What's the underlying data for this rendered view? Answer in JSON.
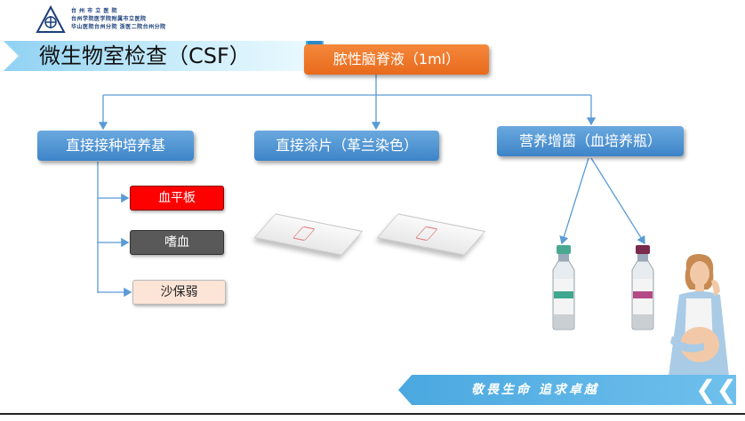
{
  "header": {
    "logo_lines": [
      "台 州 市 立 医 院",
      "台州学院医学院附属市立医院",
      "华山医院台州分院 浙医二院台州分院"
    ]
  },
  "title": "微生物室检查（CSF）",
  "root_node": "脓性脑脊液（1ml）",
  "categories": [
    {
      "label": "直接接种培养基"
    },
    {
      "label": "直接涂片（革兰染色）"
    },
    {
      "label": "营养增菌（血培养瓶）"
    }
  ],
  "media": [
    {
      "label": "血平板",
      "color": "#ff0000"
    },
    {
      "label": "嗜血",
      "color": "#595959"
    },
    {
      "label": "沙保弱",
      "color": "#fce4d6"
    }
  ],
  "footer": {
    "slogan": "敬畏生命 追求卓越",
    "chevron": "❮❮"
  },
  "colors": {
    "accent_blue": "#4db3e6",
    "node_blue": "#3d84c8",
    "node_orange": "#e86a1c",
    "connector": "#5a9bd5"
  },
  "icons": [
    "hospital-logo-icon",
    "microscope-slide-icon",
    "blood-culture-bottle-icon",
    "pregnant-woman-image"
  ]
}
